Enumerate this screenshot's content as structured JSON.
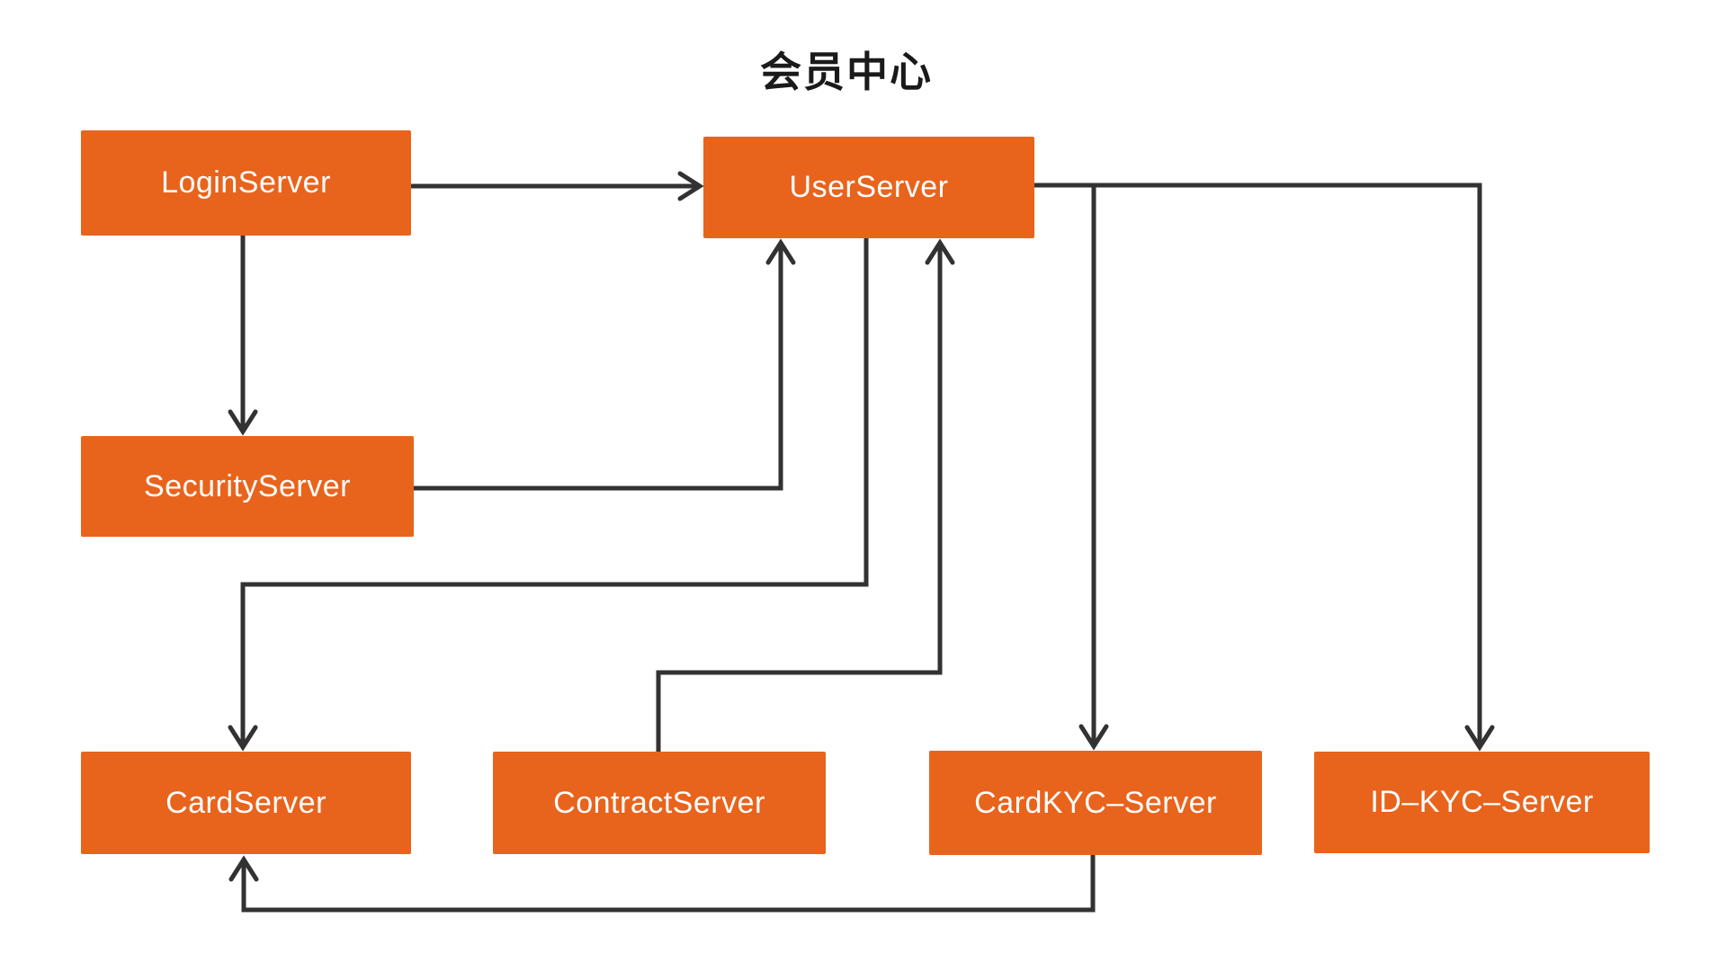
{
  "title": "会员中心",
  "colors": {
    "node_fill": "#E8641D",
    "node_text": "#FFFFFF",
    "edge": "#323232",
    "title_text": "#1A1A1A",
    "background": "#FFFFFF"
  },
  "nodes": {
    "login": {
      "label": "LoginServer"
    },
    "user": {
      "label": "UserServer"
    },
    "security": {
      "label": "SecurityServer"
    },
    "card": {
      "label": "CardServer"
    },
    "contract": {
      "label": "ContractServer"
    },
    "cardkyc": {
      "label": "CardKYC–Server"
    },
    "idkyc": {
      "label": "ID–KYC–Server"
    }
  },
  "edges": [
    {
      "from": "LoginServer",
      "to": "UserServer",
      "style": "arrow"
    },
    {
      "from": "LoginServer",
      "to": "SecurityServer",
      "style": "arrow"
    },
    {
      "from": "SecurityServer",
      "to": "UserServer",
      "style": "arrow"
    },
    {
      "from": "UserServer",
      "to": "CardServer",
      "style": "arrow"
    },
    {
      "from": "ContractServer",
      "to": "UserServer",
      "style": "arrow"
    },
    {
      "from": "UserServer",
      "to": "CardKYC–Server",
      "style": "arrow"
    },
    {
      "from": "UserServer",
      "to": "ID–KYC–Server",
      "style": "arrow"
    },
    {
      "from": "CardKYC–Server",
      "to": "CardServer",
      "style": "arrow"
    }
  ]
}
